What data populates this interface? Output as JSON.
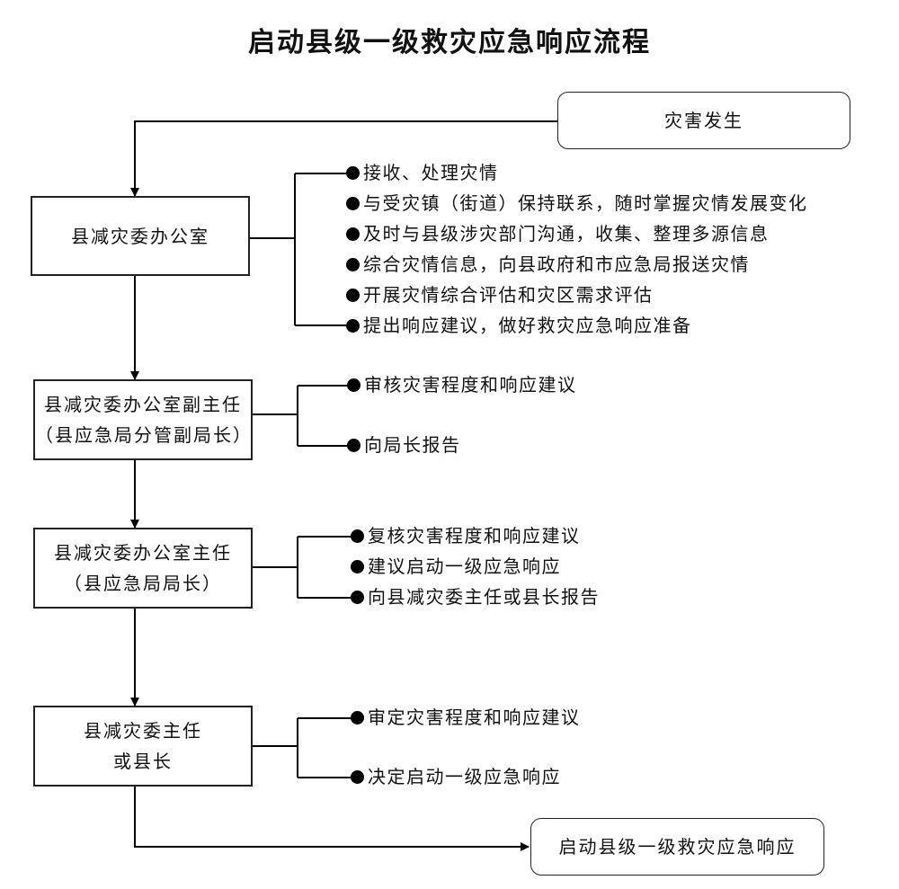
{
  "title": "启动县级一级救灾应急响应流程",
  "start": "灾害发生",
  "end": "启动县级一级救灾应急响应",
  "steps": [
    {
      "lines": [
        "县减灾委办公室"
      ],
      "tasks": [
        "接收、处理灾情",
        "与受灾镇（街道）保持联系，随时掌握灾情发展变化",
        "及时与县级涉灾部门沟通，收集、整理多源信息",
        "综合灾情信息，向县政府和市应急局报送灾情",
        "开展灾情综合评估和灾区需求评估",
        "提出响应建议，做好救灾应急响应准备"
      ]
    },
    {
      "lines": [
        "县减灾委办公室副主任",
        "（县应急局分管副局长）"
      ],
      "tasks": [
        "审核灾害程度和响应建议",
        "向局长报告"
      ]
    },
    {
      "lines": [
        "县减灾委办公室主任",
        "（县应急局局长）"
      ],
      "tasks": [
        "复核灾害程度和响应建议",
        "建议启动一级应急响应",
        "向县减灾委主任或县长报告"
      ]
    },
    {
      "lines": [
        "县减灾委主任",
        "或县长"
      ],
      "tasks": [
        "审定灾害程度和响应建议",
        "决定启动一级应急响应"
      ]
    }
  ]
}
